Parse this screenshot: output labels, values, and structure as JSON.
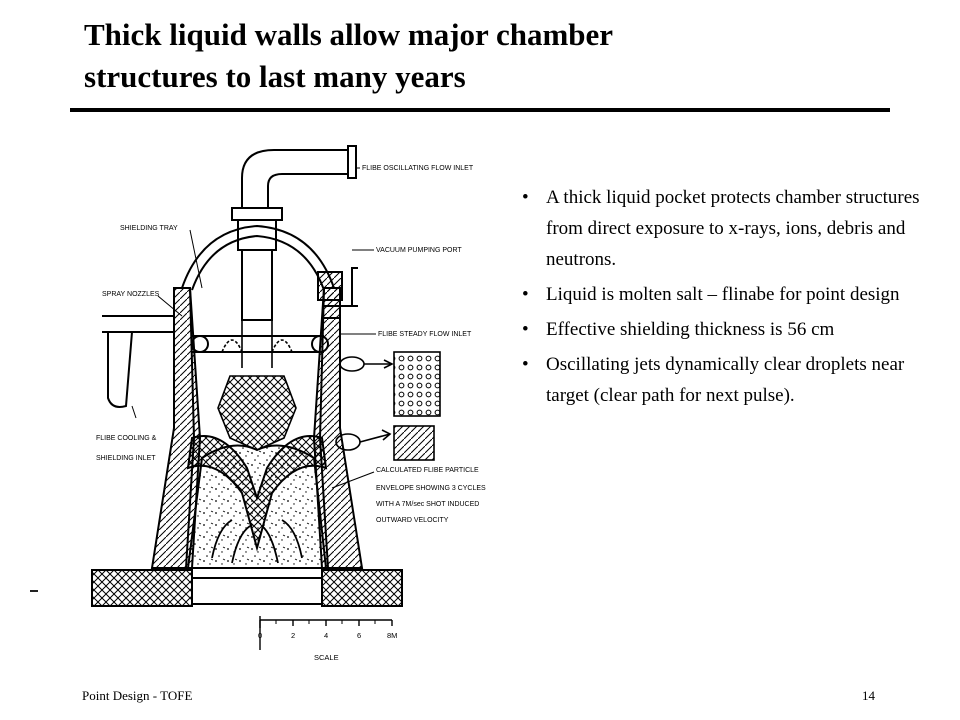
{
  "slide": {
    "title_line1": "Thick liquid walls allow major chamber",
    "title_line2": "structures to last many years",
    "bullet_glyph": "•",
    "bullets": [
      "A thick liquid pocket protects chamber structures from direct exposure to x-rays, ions, debris and neutrons.",
      "Liquid is molten salt – flinabe for point design",
      "Effective shielding thickness is 56 cm",
      "Oscillating jets dynamically clear droplets near target (clear path for next pulse)."
    ],
    "footer_left": "Point Design - TOFE",
    "page_number": "14"
  },
  "diagram": {
    "labels": {
      "oscillating_inlet": "FLIBE OSCILLATING FLOW INLET",
      "shielding_tray": "SHIELDING TRAY",
      "vacuum_port": "VACUUM PUMPING PORT",
      "spray_nozzles": "SPRAY NOZZLES",
      "steady_inlet": "FLIBE STEADY FLOW INLET",
      "cooling_inlet_1": "FLIBE COOLING &",
      "cooling_inlet_2": "SHIELDING INLET",
      "particle_1": "CALCULATED FLIBE PARTICLE",
      "particle_2": "ENVELOPE SHOWING 3 CYCLES",
      "particle_3": "WITH A 7M/sec SHOT INDUCED",
      "particle_4": "OUTWARD VELOCITY"
    },
    "scale": {
      "ticks": [
        "0",
        "2",
        "4",
        "6",
        "8M"
      ],
      "label": "SCALE"
    }
  }
}
